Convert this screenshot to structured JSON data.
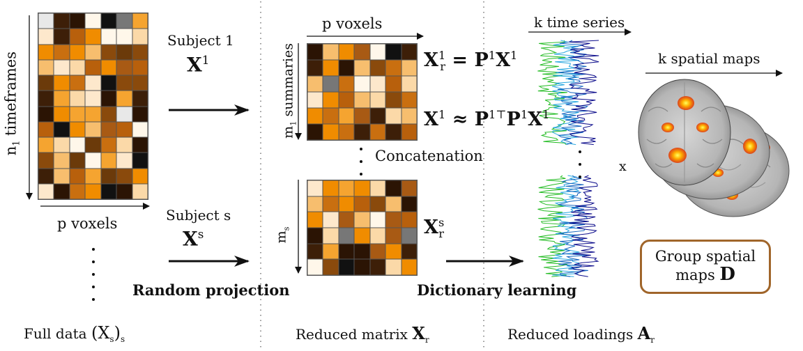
{
  "labels": {
    "n1_timeframes": "n",
    "n1_sub": "1",
    "n1_rest": " timeframes",
    "p_voxels_left": "p voxels",
    "subject_1": "Subject 1",
    "x1_base": "X",
    "x1_sup": "1",
    "subject_s": "Subject s",
    "xs_base": "X",
    "xs_sup": "s",
    "p_voxels_mid": "p voxels",
    "m1_summaries": "m",
    "m1_sub": "1",
    "m1_rest": " summaries",
    "ms": "m",
    "ms_sub": "s",
    "eq1_lhs_base": "X",
    "eq1_lhs_sup": "1",
    "eq1_lhs_sub": "r",
    "eq1_rhs": " = P",
    "eq1_rhs_sup": "1",
    "eq1_rhs_end": "X",
    "eq1_rhs_end_sup": "1",
    "eq2_lhs": "X",
    "eq2_lhs_sup": "1",
    "eq2_mid": " ≈ P",
    "eq2_mid_sup": "1⊤",
    "eq2_p": "P",
    "eq2_p_sup": "1",
    "eq2_x": "X",
    "eq2_x_sup": "1",
    "concatenation": "Concatenation",
    "xsr_base": "X",
    "xsr_sup": "s",
    "xsr_sub": "r",
    "k_time_series": "k time series",
    "k_spatial_maps": "k spatial maps",
    "x_times": "x",
    "group_spatial_maps_line1": "Group spatial",
    "group_spatial_maps_line2": "maps ",
    "group_d": "D",
    "random_projection": "Random projection",
    "dictionary_learning": "Dictionary learning",
    "full_data": "Full data ",
    "full_data_math": "(X",
    "full_data_sub1": "s",
    "full_data_close": ")",
    "full_data_sub2": "s",
    "reduced_matrix": "Reduced matrix ",
    "reduced_matrix_x": "X",
    "reduced_matrix_sub": "r",
    "reduced_loadings": "Reduced loadings ",
    "reduced_loadings_a": "A",
    "reduced_loadings_sub": "r"
  },
  "colors": {
    "palette": [
      "#2b1404",
      "#3d1f08",
      "#8a4a0c",
      "#b8600c",
      "#f08c00",
      "#f5a430",
      "#f7be6e",
      "#fbd9a8",
      "#fde8cc",
      "#fff7ea",
      "#111111",
      "#e8e8e8",
      "#777777",
      "#a85a14",
      "#c96f10",
      "#6b3a0a"
    ],
    "box_border": "#a0652a",
    "ts_green": "#22bb22",
    "ts_blue": "#1565c0",
    "ts_navy": "#0a0a8a",
    "ts_cyan": "#2aa8e0"
  },
  "matrices": {
    "full": [
      [
        11,
        1,
        0,
        9,
        10,
        12,
        5
      ],
      [
        8,
        1,
        3,
        4,
        9,
        9,
        7
      ],
      [
        4,
        14,
        4,
        6,
        2,
        15,
        2
      ],
      [
        6,
        8,
        7,
        3,
        4,
        13,
        3
      ],
      [
        15,
        4,
        14,
        8,
        10,
        2,
        2
      ],
      [
        1,
        5,
        7,
        8,
        0,
        5,
        1
      ],
      [
        0,
        4,
        5,
        5,
        2,
        11,
        0
      ],
      [
        3,
        10,
        4,
        6,
        13,
        3,
        9
      ],
      [
        5,
        7,
        9,
        15,
        14,
        7,
        0
      ],
      [
        2,
        6,
        15,
        9,
        5,
        8,
        10
      ],
      [
        1,
        6,
        3,
        5,
        15,
        2,
        4
      ],
      [
        8,
        0,
        14,
        4,
        10,
        0,
        7
      ]
    ],
    "reduced_1": [
      [
        0,
        6,
        4,
        13,
        9,
        10,
        1
      ],
      [
        1,
        4,
        0,
        6,
        2,
        14,
        6
      ],
      [
        6,
        12,
        14,
        9,
        8,
        3,
        7
      ],
      [
        8,
        4,
        3,
        6,
        7,
        2,
        14
      ],
      [
        4,
        14,
        5,
        13,
        1,
        7,
        6
      ],
      [
        0,
        4,
        14,
        1,
        14,
        1,
        3
      ]
    ],
    "reduced_s": [
      [
        8,
        4,
        5,
        4,
        7,
        0,
        13
      ],
      [
        6,
        14,
        4,
        3,
        2,
        6,
        0
      ],
      [
        4,
        8,
        13,
        6,
        9,
        13,
        3
      ],
      [
        0,
        7,
        12,
        4,
        7,
        13,
        12
      ],
      [
        1,
        5,
        0,
        0,
        13,
        4,
        1
      ],
      [
        9,
        2,
        10,
        0,
        1,
        7,
        4
      ]
    ]
  }
}
